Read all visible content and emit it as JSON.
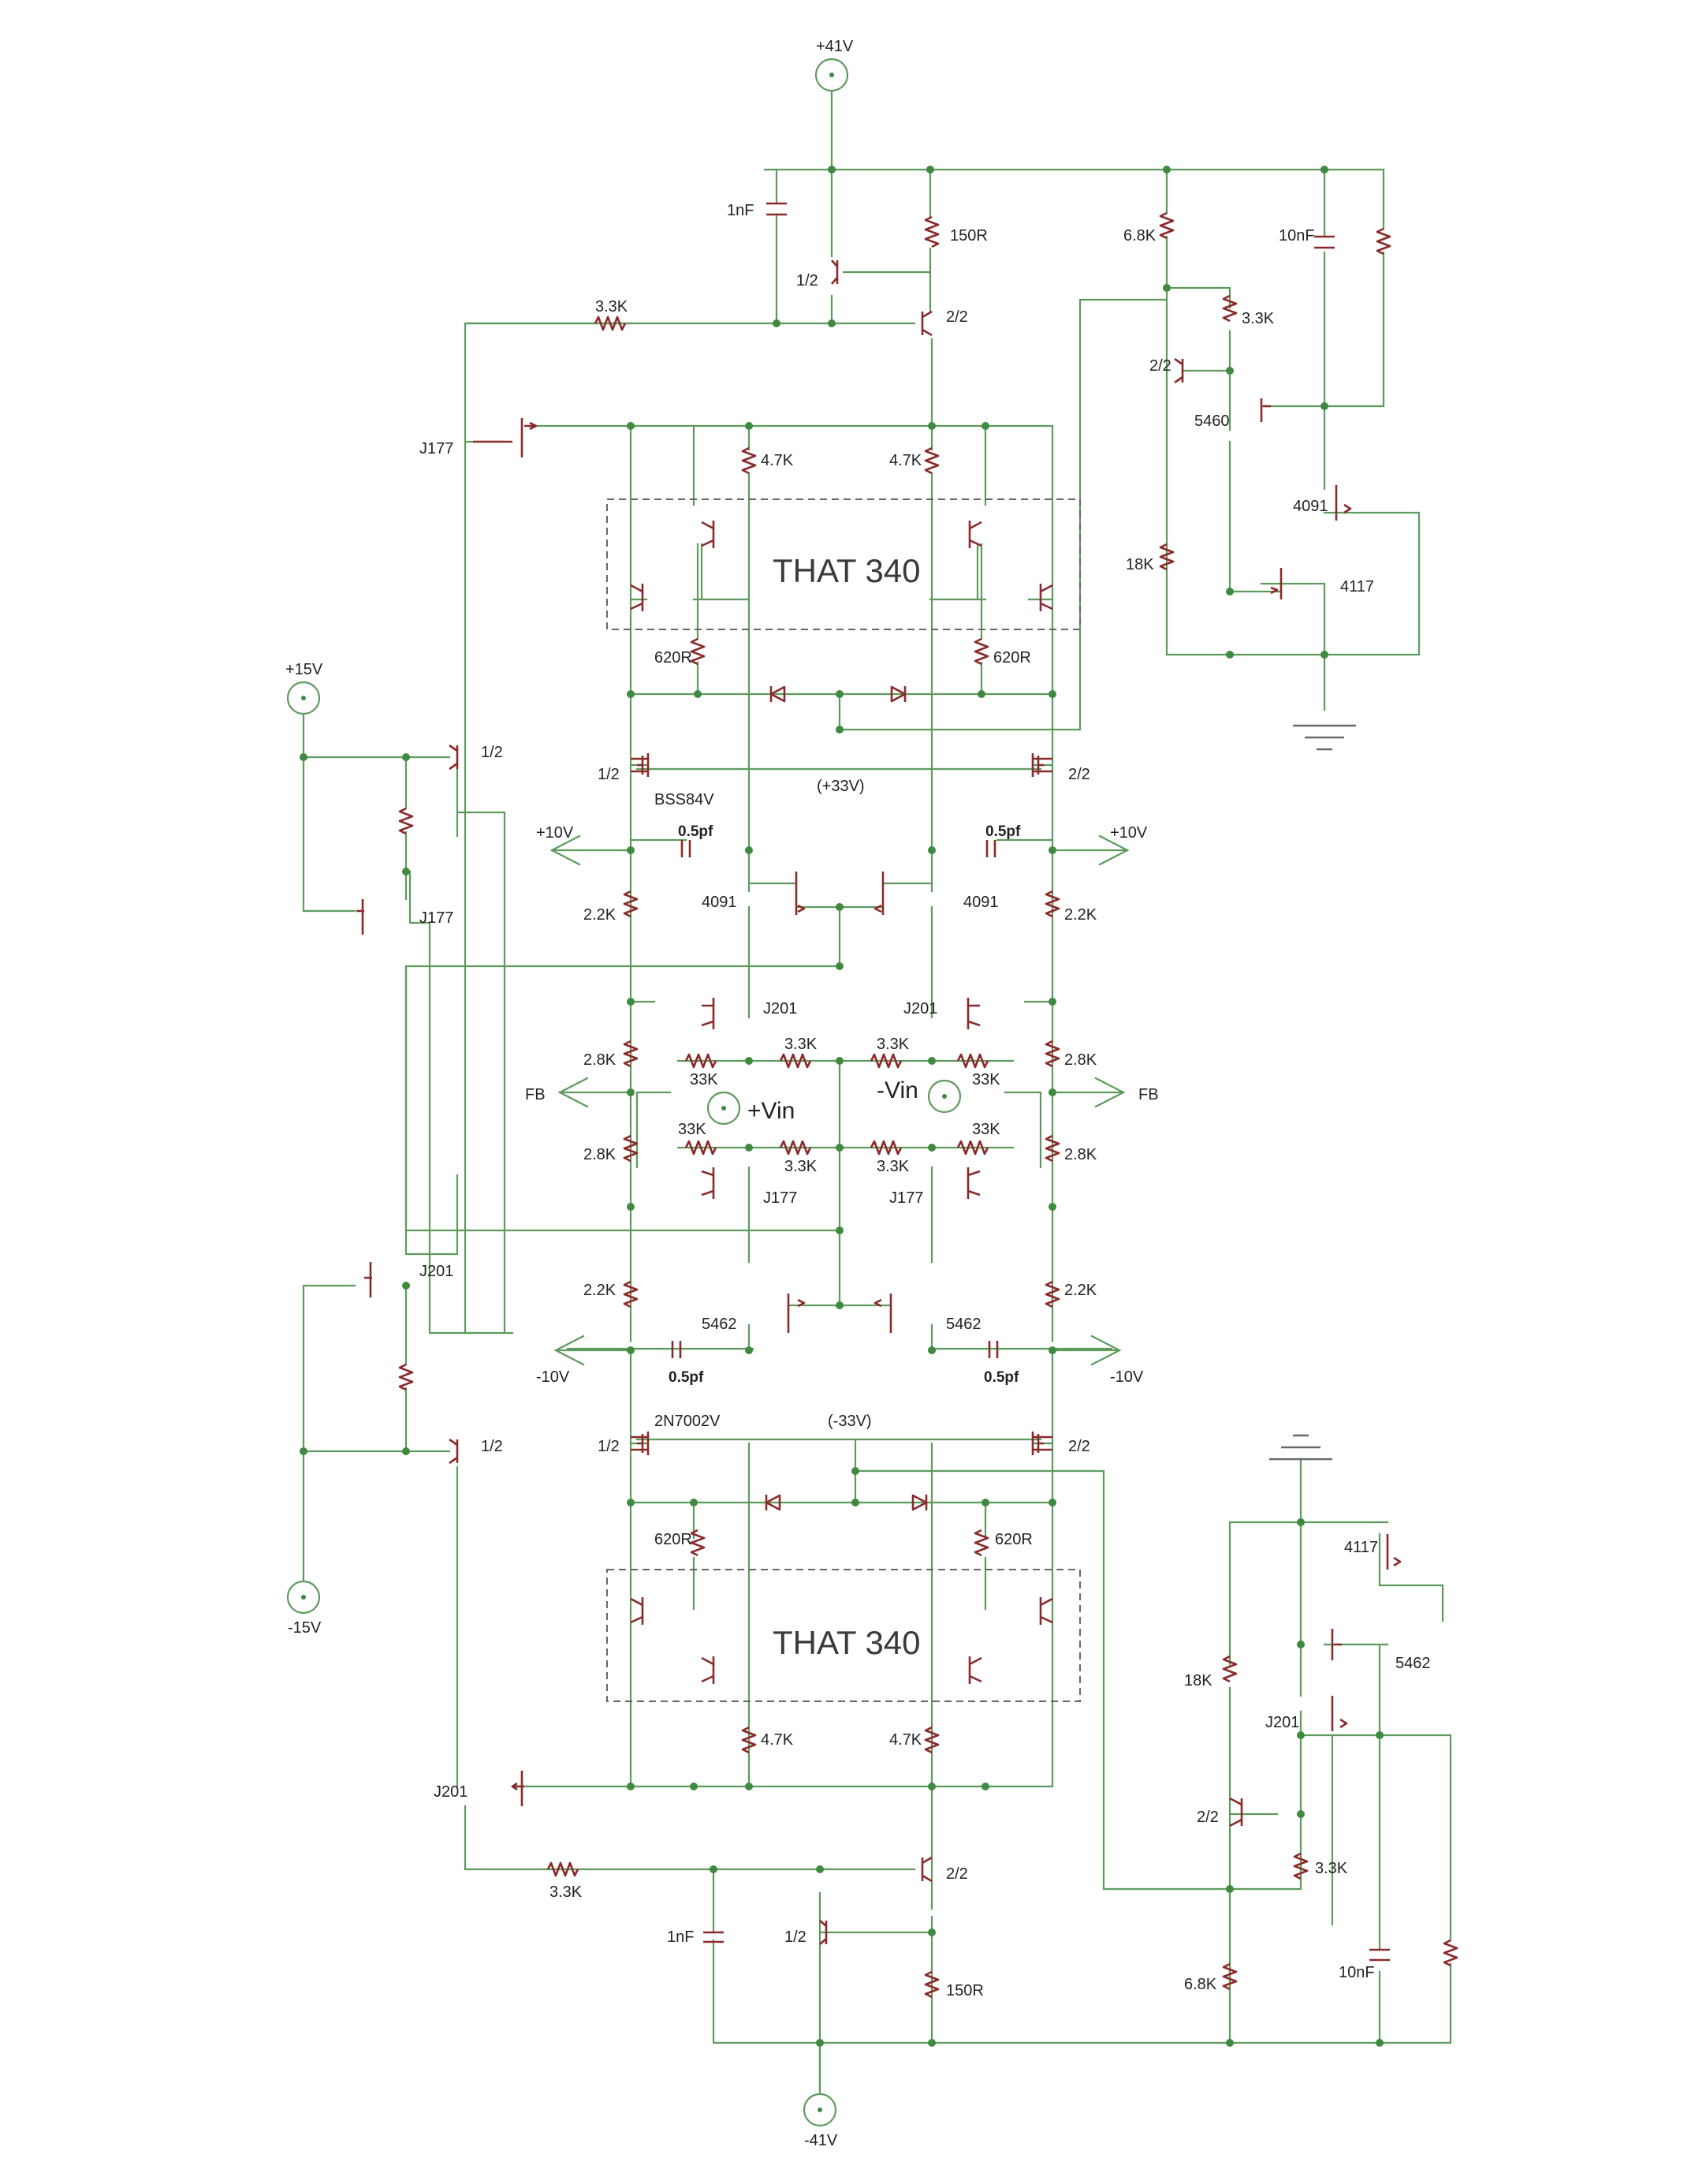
{
  "supplies": {
    "pos41": "+41V",
    "neg41": "-41V",
    "pos15": "+15V",
    "neg15": "-15V",
    "pos10_left": "+10V",
    "pos10_right": "+10V",
    "neg10_left": "-10V",
    "neg10_right": "-10V",
    "pos33": "(+33V)",
    "neg33": "(-33V)",
    "fb_left": "FB",
    "fb_right": "FB",
    "vin_pos": "+Vin",
    "vin_neg": "-Vin"
  },
  "ic": {
    "top_label": "THAT 340",
    "bottom_label": "THAT 340"
  },
  "top": {
    "cap_1nf": "1nF",
    "r_150": "150R",
    "half_left": "1/2",
    "half_right": "2/2",
    "r_3k3": "3.3K",
    "j177": "J177",
    "r_4k7_left": "4.7K",
    "r_4k7_right": "4.7K",
    "r_620_left": "620R",
    "r_620_right": "620R",
    "mos_half_left": "1/2",
    "mos_half_right": "2/2",
    "bss84v": "BSS84V",
    "cap_05_left": "0.5pf",
    "cap_05_right": "0.5pf",
    "r_2k2_left": "2.2K",
    "r_2k2_right": "2.2K",
    "f4091_left": "4091",
    "f4091_right": "4091"
  },
  "topright": {
    "r_6k8": "6.8K",
    "cap_10nf": "10nF",
    "r_3k3": "3.3K",
    "half": "2/2",
    "q5460": "5460",
    "q4091": "4091",
    "r_18k": "18K",
    "q4117": "4117"
  },
  "left": {
    "half_top": "1/2",
    "j177": "J177",
    "j201": "J201",
    "half_bottom": "1/2"
  },
  "middle": {
    "j201_left": "J201",
    "j201_right": "J201",
    "r_3k3_1": "3.3K",
    "r_3k3_2": "3.3K",
    "r_3k3_3": "3.3K",
    "r_3k3_4": "3.3K",
    "r_33k_1": "33K",
    "r_33k_2": "33K",
    "r_33k_3": "33K",
    "r_33k_4": "33K",
    "r_2k8_1": "2.8K",
    "r_2k8_2": "2.8K",
    "r_2k8_3": "2.8K",
    "r_2k8_4": "2.8K",
    "j177_left": "J177",
    "j177_right": "J177"
  },
  "bottom": {
    "r_2k2_left": "2.2K",
    "r_2k2_right": "2.2K",
    "q5462_left": "5462",
    "q5462_right": "5462",
    "cap_05_left": "0.5pf",
    "cap_05_right": "0.5pf",
    "mos_half_left": "1/2",
    "mos_half_right": "2/2",
    "n7002v": "2N7002V",
    "r_620_left": "620R",
    "r_620_right": "620R",
    "r_4k7_left": "4.7K",
    "r_4k7_right": "4.7K",
    "j201": "J201",
    "r_3k3": "3.3K",
    "half_right": "2/2",
    "half_left": "1/2",
    "cap_1nf": "1nF",
    "r_150": "150R"
  },
  "bottomright": {
    "q4117": "4117",
    "q5462": "5462",
    "r_18k": "18K",
    "j201": "J201",
    "half": "2/2",
    "r_3k3": "3.3K",
    "r_6k8": "6.8K",
    "cap_10nf": "10nF"
  }
}
